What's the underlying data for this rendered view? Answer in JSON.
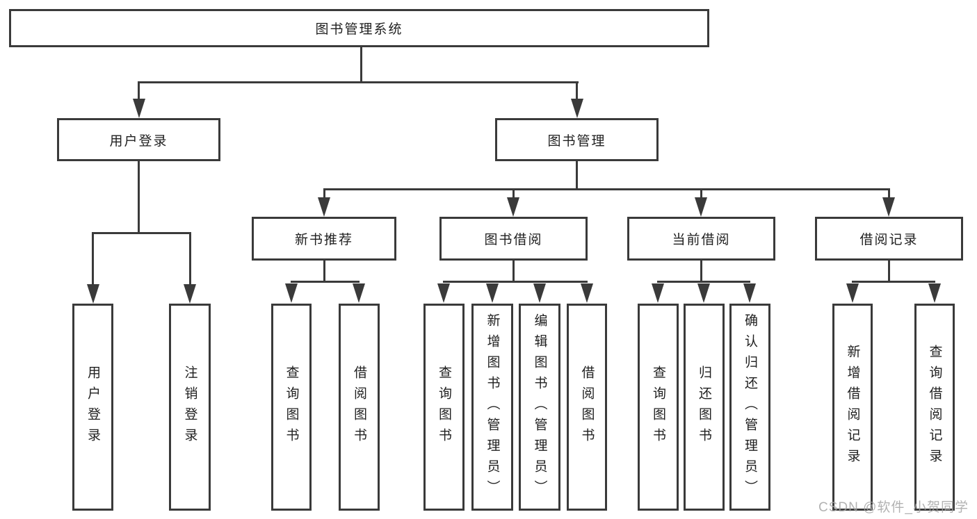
{
  "diagram": {
    "root": {
      "label": "图书管理系统"
    },
    "branches": [
      {
        "label": "用户登录",
        "children": [
          {
            "label": "用户登录"
          },
          {
            "label": "注销登录"
          }
        ]
      },
      {
        "label": "图书管理",
        "children": [
          {
            "label": "新书推荐",
            "children": [
              {
                "label": "查询图书"
              },
              {
                "label": "借阅图书"
              }
            ]
          },
          {
            "label": "图书借阅",
            "children": [
              {
                "label": "查询图书"
              },
              {
                "label": "新增图书（管理员）"
              },
              {
                "label": "编辑图书（管理员）"
              },
              {
                "label": "借阅图书"
              }
            ]
          },
          {
            "label": "当前借阅",
            "children": [
              {
                "label": "查询图书"
              },
              {
                "label": "归还图书"
              },
              {
                "label": "确认归还（管理员）"
              }
            ]
          },
          {
            "label": "借阅记录",
            "children": [
              {
                "label": "新增借阅记录"
              },
              {
                "label": "查询借阅记录"
              }
            ]
          }
        ]
      }
    ]
  },
  "watermark": {
    "text": "CSDN @软件_小贺同学"
  },
  "colors": {
    "line": "#3a3a3a",
    "text": "#1f1f1f",
    "background": "#ffffff",
    "watermark": "#a5a5a5"
  }
}
